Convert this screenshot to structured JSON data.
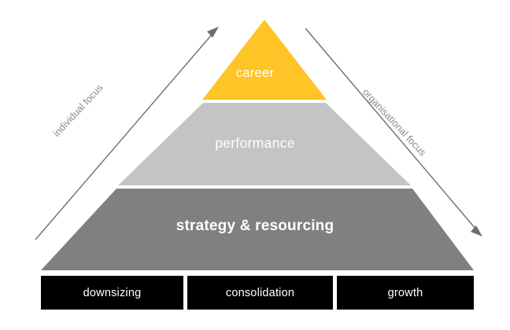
{
  "diagram": {
    "type": "pyramid",
    "title_visible": false,
    "background_color": "#FFFFFF",
    "levels": [
      {
        "id": "career",
        "label": "career",
        "color": "#FFC425",
        "text_color": "#FFFFFF",
        "position": "top"
      },
      {
        "id": "performance",
        "label": "performance",
        "color": "#C4C4C4",
        "text_color": "#FFFFFF",
        "position": "middle"
      },
      {
        "id": "strategy-resourcing",
        "label": "strategy & resourcing",
        "color": "#808080",
        "text_color": "#FFFFFF",
        "position": "base"
      }
    ],
    "axes": [
      {
        "id": "individual-focus",
        "label": "individual focus",
        "direction": "upward",
        "side": "left",
        "color": "#8A8A8A"
      },
      {
        "id": "organisational-focus",
        "label": "organisational focus",
        "direction": "downward",
        "side": "right",
        "color": "#8A8A8A"
      }
    ],
    "stages": [
      {
        "id": "downsizing",
        "label": "downsizing"
      },
      {
        "id": "consolidation",
        "label": "consolidation"
      },
      {
        "id": "growth",
        "label": "growth"
      }
    ],
    "stage_bar": {
      "background_color": "#000000",
      "text_color": "#FFFFFF"
    }
  }
}
